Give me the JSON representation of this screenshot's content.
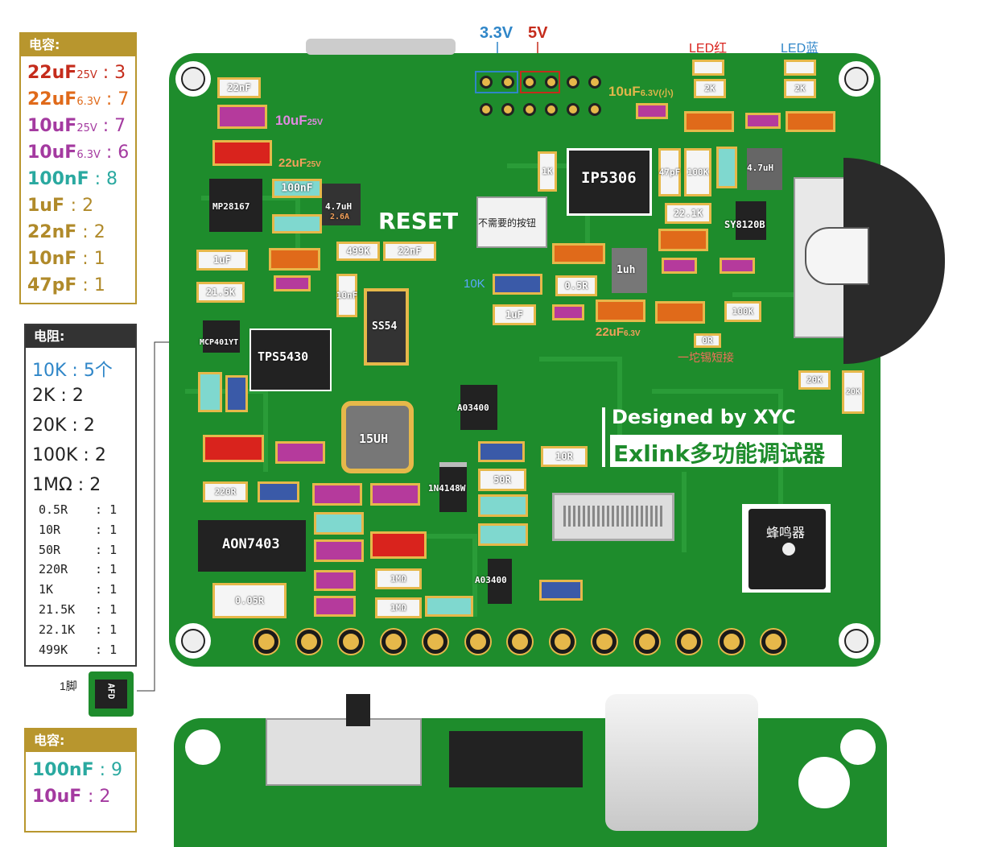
{
  "colors": {
    "pcb": "#1e8c2c",
    "pcb_dark": "#157022",
    "gold": "#c9a227",
    "accent_orange": "#e06a1a",
    "accent_red": "#d9231d",
    "accent_blue": "#2f86c8",
    "accent_purple": "#a43aa0",
    "accent_teal": "#2aa9a0"
  },
  "panel_caps": {
    "title": "电容:",
    "items": [
      {
        "value": "22uF",
        "rating": "25V",
        "count": "3",
        "color": "#c52c1c"
      },
      {
        "value": "22uF",
        "rating": "6.3V",
        "count": "7",
        "color": "#e06a1a"
      },
      {
        "value": "10uF",
        "rating": "25V",
        "count": "7",
        "color": "#a43aa0"
      },
      {
        "value": "10uF",
        "rating": "6.3V",
        "count": "6",
        "color": "#a43aa0"
      },
      {
        "value": "100nF",
        "rating": "",
        "count": "8",
        "color": "#2aa9a0"
      },
      {
        "value": "1uF ",
        "rating": "",
        "count": "2",
        "color": "#b08a2a"
      },
      {
        "value": "22nF",
        "rating": "",
        "count": "2",
        "color": "#b08a2a"
      },
      {
        "value": "10nF",
        "rating": "",
        "count": "1",
        "color": "#b08a2a"
      },
      {
        "value": "47pF",
        "rating": "",
        "count": "1",
        "color": "#b08a2a"
      }
    ]
  },
  "panel_res": {
    "title": "电阻:",
    "items": [
      {
        "value": "10K",
        "count": "5个",
        "color": "#2f86c8"
      },
      {
        "value": "2K ",
        "count": "2",
        "color": "#222"
      },
      {
        "value": "20K",
        "count": "2",
        "color": "#222"
      },
      {
        "value": "100K",
        "count": "2",
        "color": "#222"
      },
      {
        "value": "1MΩ",
        "count": "2",
        "color": "#222"
      }
    ],
    "small": [
      {
        "value": "0.5R",
        "count": "1"
      },
      {
        "value": "10R",
        "count": "1"
      },
      {
        "value": "50R",
        "count": "1"
      },
      {
        "value": "220R",
        "count": "1"
      },
      {
        "value": "1K",
        "count": "1"
      },
      {
        "value": "21.5K",
        "count": "1"
      },
      {
        "value": "22.1K",
        "count": "1"
      },
      {
        "value": "499K",
        "count": "1"
      }
    ]
  },
  "panel_caps2": {
    "title": "电容:",
    "items": [
      {
        "value": "100nF",
        "count": "9",
        "color": "#2aa9a0"
      },
      {
        "value": "10uF ",
        "count": "2",
        "color": "#a43aa0"
      }
    ]
  },
  "pin_note": "1脚",
  "chip_small_label": "AFD",
  "labels": {
    "v33": "3.3V",
    "v5": "5V",
    "led_red": "LED红",
    "led_blue": "LED蓝",
    "c10uf_small": "10uF",
    "c10uf_small_rating": "6.3V(小)",
    "c10uf_25v": "10uF",
    "c25v": "25V",
    "c22uf_25v": "22uF",
    "c22uf_25v_r": "25V",
    "reset": "RESET",
    "unneeded_button": "不需要的按钮",
    "r10k": "10K",
    "c22uf_63": "22uF",
    "c22uf_63_r": "6.3V",
    "solder_note": "一坨锡短接",
    "designed_by": "Designed by XYC",
    "product_name": "Exlink多功能调试器",
    "buzzer": "蜂鸣器"
  },
  "silk": {
    "ip5306": "IP5306",
    "mp28167": "MP28167",
    "tps5430": "TPS5430",
    "ss54": "SS54",
    "mcp": "MCP401YT",
    "aon7403": "AON7403",
    "inductor15": "15UH",
    "a03400a": "A03400",
    "a03400b": "A03400",
    "diode": "1N4148W",
    "sy8120": "SY8120B",
    "ind47a": "4.7uH",
    "ind47a2": "2.6A",
    "ind47b": "4.7uH",
    "ind1": "1uh",
    "c22nf": "22nF",
    "c22nf2": "22nF",
    "c1uf": "1uF",
    "c1uf2": "1uF",
    "r215": "21.5K",
    "r499": "499K",
    "c10nf": "10nF",
    "c100nf": "100nF",
    "r1k": "1K",
    "c47p": "47pF",
    "r100k": "100K",
    "r100k2": "100K",
    "r221": "22.1K",
    "r05": "0.5R",
    "r2k1": "2K",
    "r2k2": "2K",
    "r0": "0R",
    "r20k1": "20K",
    "r20k2": "20K",
    "r10r": "10R",
    "r50r": "50R",
    "r220": "220R",
    "r1m1": "1MΩ",
    "r1m2": "1MΩ",
    "r005": "0.05R"
  }
}
